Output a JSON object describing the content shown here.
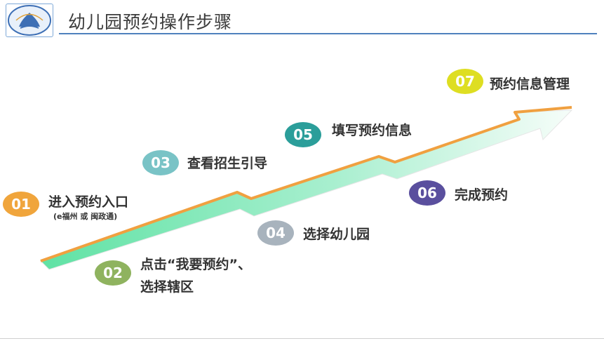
{
  "slide": {
    "title": "幼儿园预约操作步骤"
  },
  "steps": [
    {
      "num": "01",
      "label": "进入预约入口",
      "sub": "(e福州 或 闽政通)",
      "color": "#f0a53c"
    },
    {
      "num": "02",
      "label": "点击“我要预约”、",
      "label2": "选择辖区",
      "color": "#8fb35f"
    },
    {
      "num": "03",
      "label": "查看招生引导",
      "color": "#79c3c6"
    },
    {
      "num": "04",
      "label": "选择幼儿园",
      "color": "#a8b3bd"
    },
    {
      "num": "05",
      "label": "填写预约信息",
      "color": "#2b9e9a"
    },
    {
      "num": "06",
      "label": "完成预约",
      "color": "#5a4f9e"
    },
    {
      "num": "07",
      "label": "预约信息管理",
      "color": "#dede22"
    }
  ],
  "colors": {
    "accent_line": "#4f81bd",
    "arrow_orange": "#f0a040",
    "arrow_green": "#7de3b0"
  },
  "icons": {
    "logo": "school-logo-icon"
  }
}
